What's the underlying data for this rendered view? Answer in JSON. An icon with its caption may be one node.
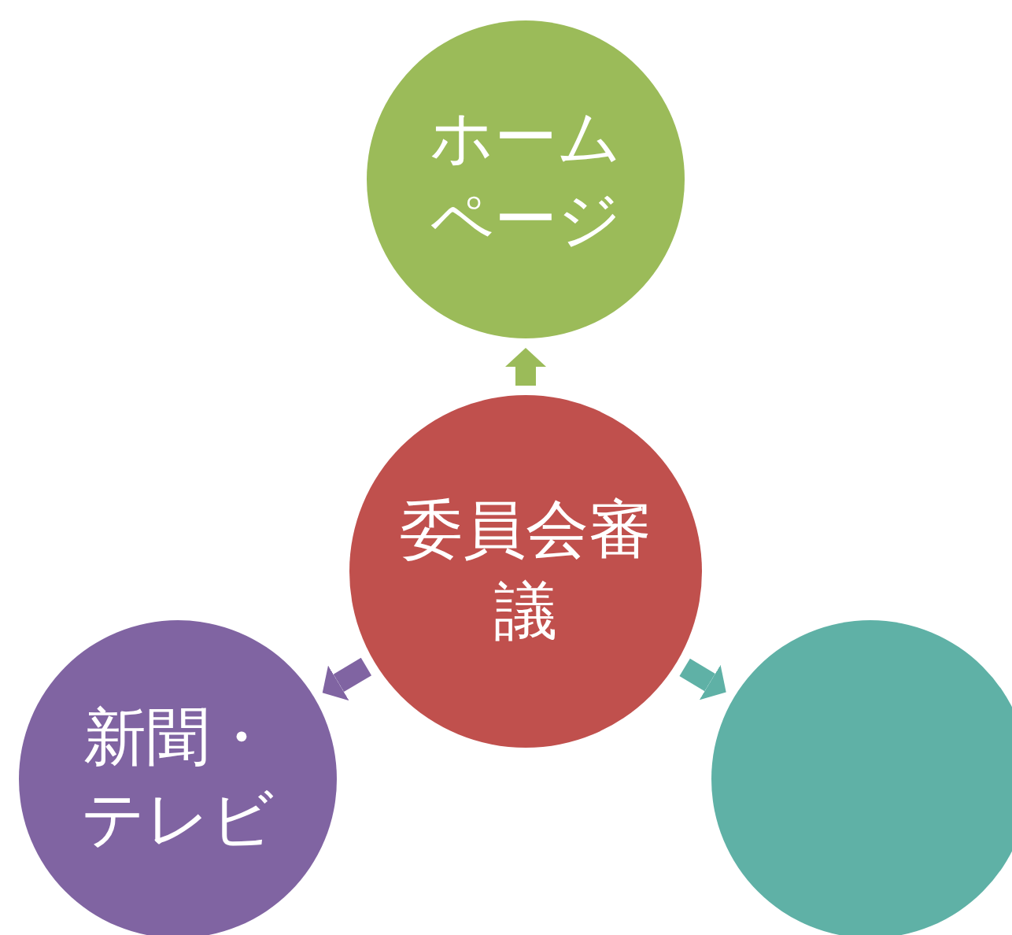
{
  "diagram": {
    "nodes": [
      {
        "text": [
          "ホームページ"
        ]
      },
      {
        "text": [
          "委員会審議"
        ]
      },
      {
        "text": [
          "新聞・テレビ"
        ]
      },
      {
        "text": [],
        "shape": "circle"
      }
    ],
    "edges": [
      {
        "from": 1,
        "to": 0,
        "arrow": "to"
      },
      {
        "from": 1,
        "to": 2,
        "arrow": "to"
      },
      {
        "from": 1,
        "to": 3,
        "arrow": "to"
      }
    ]
  }
}
